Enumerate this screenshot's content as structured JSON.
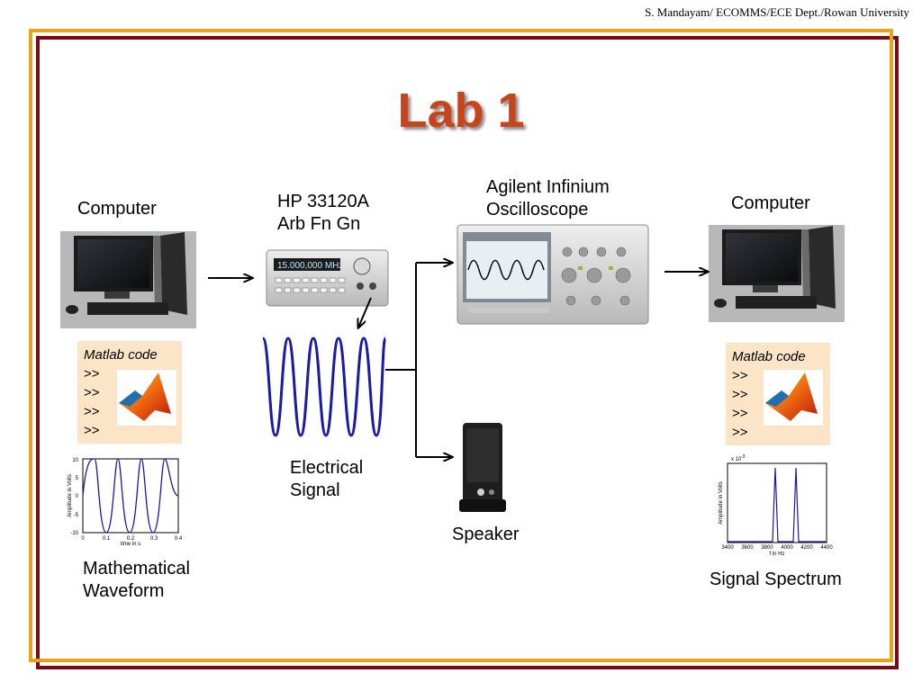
{
  "credit": "S. Mandayam/ ECOMMS/ECE Dept./Rowan University",
  "title": "Lab 1",
  "colors": {
    "title": "#c8441c",
    "frame_outer": "#7a0a14",
    "frame_inner": "#e8a31c",
    "code_box": "#fbe5c6",
    "wave": "#1a1aa8"
  },
  "left_computer": {
    "label": "Computer"
  },
  "generator": {
    "label_line1": "HP 33120A",
    "label_line2": "Arb Fn Gn",
    "display": "15.000,000 MHz"
  },
  "oscilloscope": {
    "label_line1": "Agilent Infinium",
    "label_line2": "Oscilloscope"
  },
  "right_computer": {
    "label": "Computer"
  },
  "left_code": {
    "heading": "Matlab code",
    "prompts": [
      ">>",
      ">>",
      ">>",
      ">>"
    ]
  },
  "right_code": {
    "heading": "Matlab code",
    "prompts": [
      ">>",
      ">>",
      ">>",
      ">>"
    ]
  },
  "electrical_signal": {
    "label_line1": "Electrical",
    "label_line2": "Signal"
  },
  "speaker": {
    "label": "Speaker"
  },
  "math_waveform": {
    "label_line1": "Mathematical",
    "label_line2": "Waveform",
    "ylabel": "Amplitude in Volts",
    "xlabel": "time in s",
    "xticks": [
      "0",
      "0.1",
      "0.2",
      "0.3",
      "0.4"
    ],
    "yticks": [
      "10",
      "5",
      "0",
      "-5",
      "-10"
    ]
  },
  "signal_spectrum": {
    "label": "Signal Spectrum",
    "ylabel": "Amplitude in Volts",
    "xlabel": "f in Hz",
    "exponent": "x 10",
    "exponent_power": "-3",
    "xticks": [
      "3400",
      "3600",
      "3800",
      "4000",
      "4200",
      "4400"
    ]
  }
}
